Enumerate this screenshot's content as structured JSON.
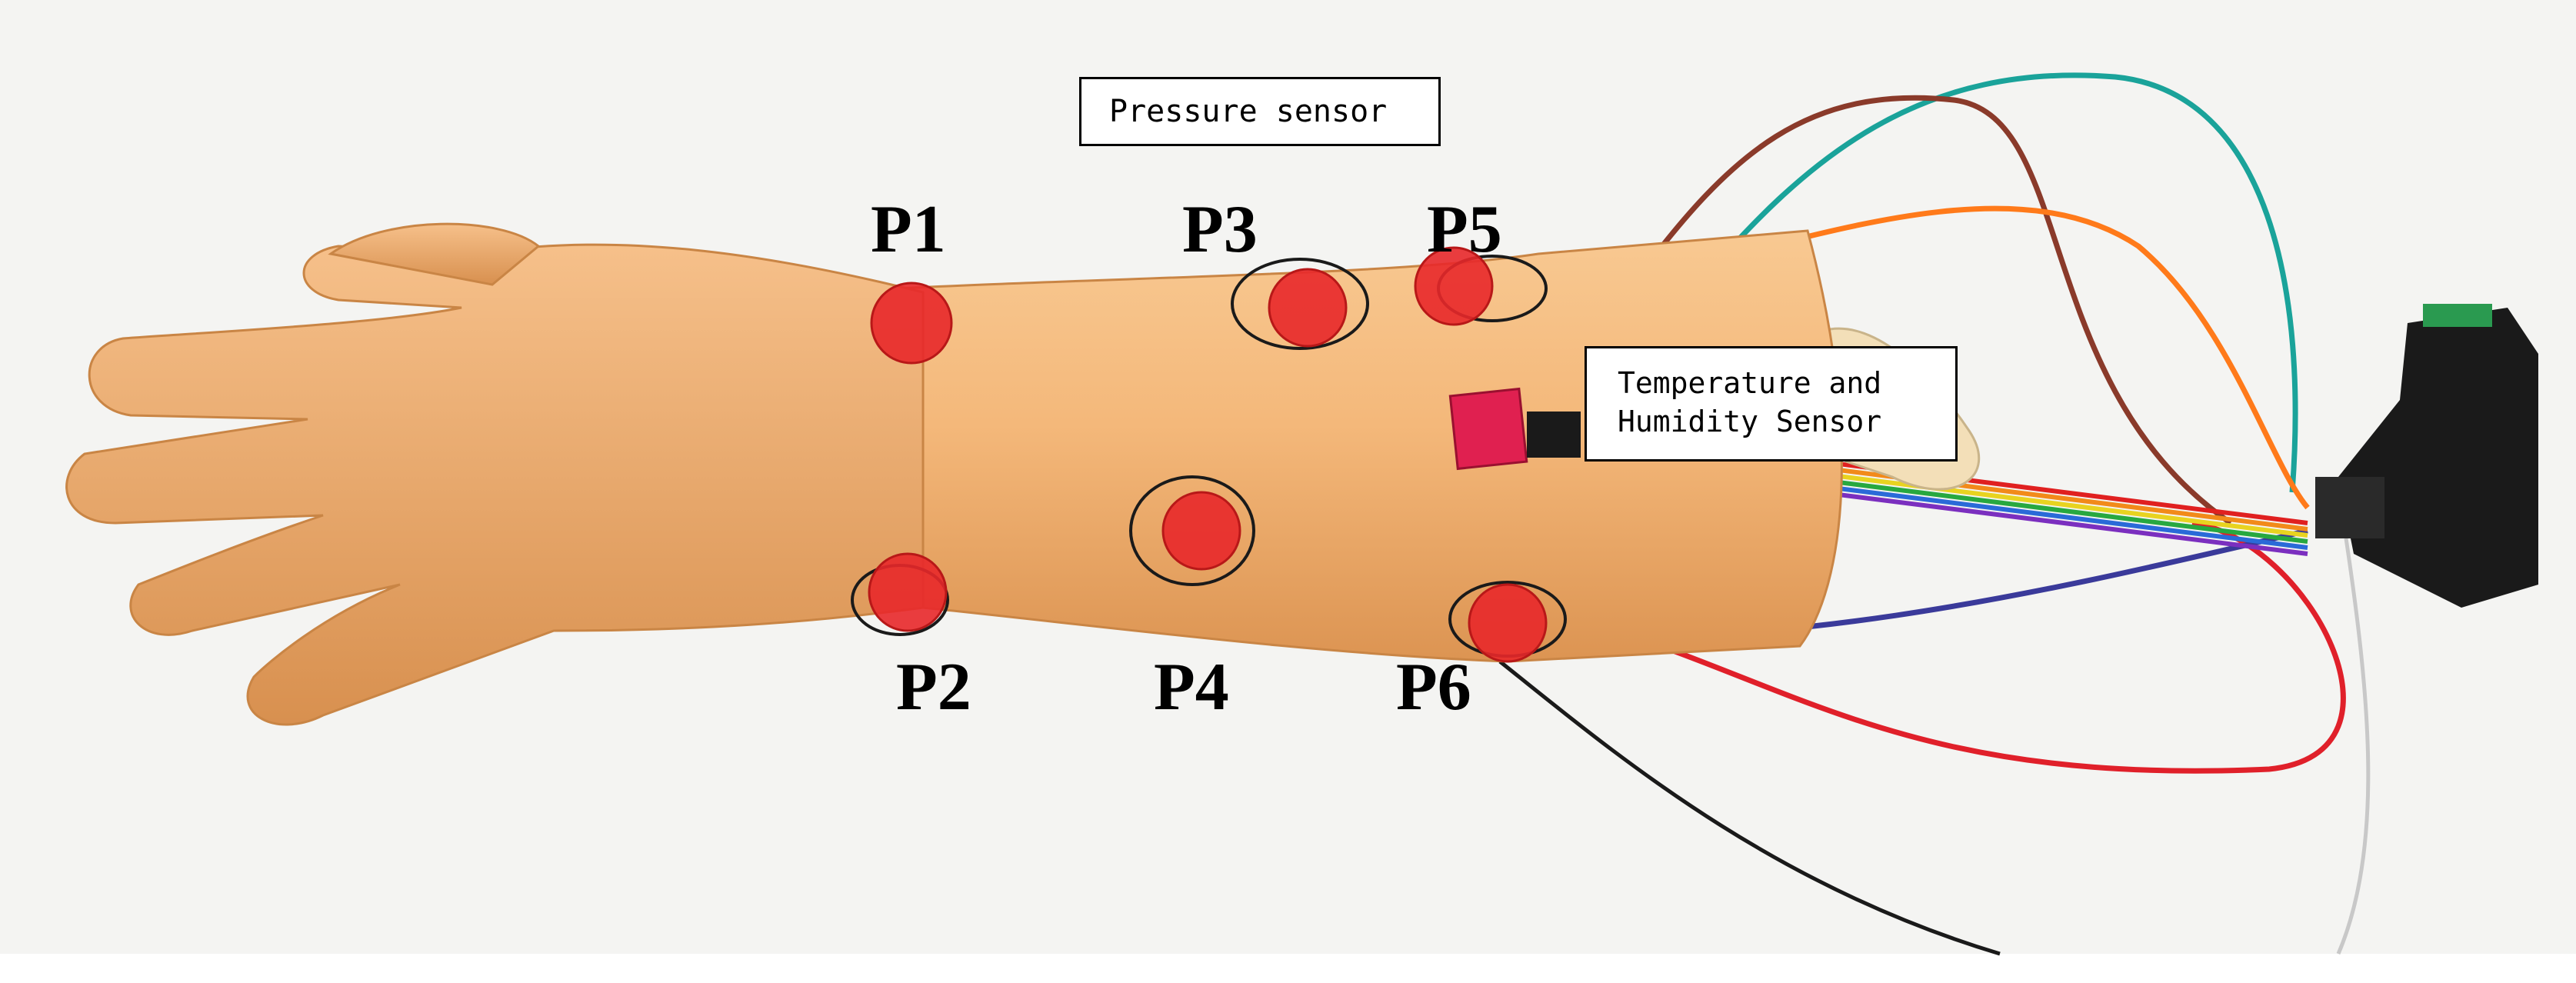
{
  "labels": {
    "pressure_sensor": "Pressure sensor",
    "temp_humidity_line1": "Temperature and",
    "temp_humidity_line2": "Humidity Sensor"
  },
  "points": [
    "P1",
    "P2",
    "P3",
    "P4",
    "P5",
    "P6"
  ],
  "colors": {
    "skin": "#f4b87a",
    "skin_shadow": "#d98e4f",
    "sensor_marker": "#e8282a",
    "board": "#e02050",
    "connector": "#1a1a1a"
  }
}
